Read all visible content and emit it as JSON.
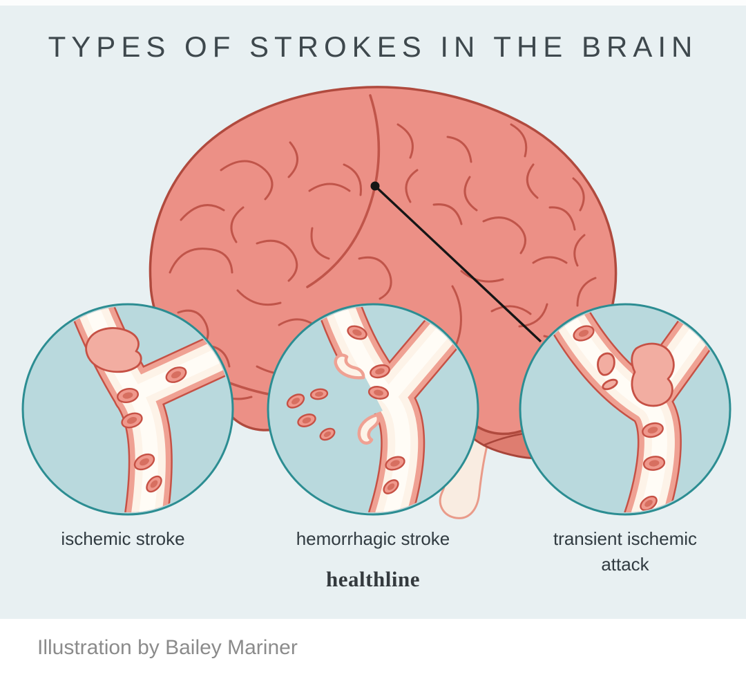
{
  "infographic": {
    "title": "TYPES OF STROKES IN THE BRAIN",
    "logo": "healthline",
    "panels": [
      {
        "id": "ischemic-stroke",
        "label": "ischemic stroke"
      },
      {
        "id": "hemorrhagic-stroke",
        "label": "hemorrhagic stroke"
      },
      {
        "id": "transient-ischemic-attack",
        "label": "transient ischemic attack"
      }
    ]
  },
  "credit": {
    "text": "Illustration by Bailey Mariner"
  },
  "colors": {
    "canvas_bg": "#e8f0f2",
    "credit_bg": "#ffffff",
    "title_color": "#3e484d",
    "label_color": "#313b41",
    "logo_color": "#343a3e",
    "credit_color": "#8b8b8b",
    "brain_fill": "#ec9086",
    "brain_stroke": "#b04a3e",
    "gyri_stroke": "#c0554a",
    "cerebellum_fill": "#de7d70",
    "cerebellum_stroke": "#a8453a",
    "brainstem_fill": "#f9ece1",
    "brainstem_stroke": "#e99b8a",
    "inset_bg": "#b9d9dd",
    "inset_ring": "#2c8d92",
    "vessel_outline": "#c65145",
    "vessel_rim": "#efa193",
    "vessel_fill": "#fdf3e8",
    "vessel_core": "#fffcf6",
    "rbc_fill": "#ef988c",
    "rbc_stroke": "#c65145",
    "rbc_center": "#d76f60",
    "clot_fill": "#f2ada1",
    "pointer_color": "#161616"
  }
}
